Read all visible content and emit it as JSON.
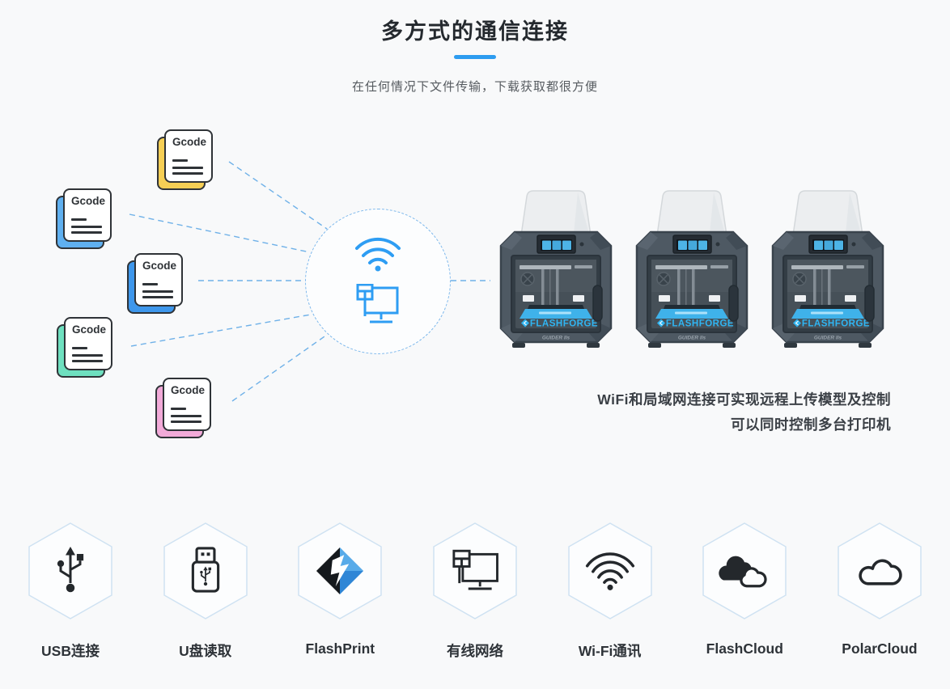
{
  "header": {
    "title": "多方式的通信连接",
    "subtitle": "在任何情况下文件传输，下载获取都很方便"
  },
  "theme": {
    "accent_blue": "#2D9CF0",
    "hub_icon_blue": "#2E9DF3",
    "dashed_line_blue": "#6FB1E8",
    "hexagon_border": "#CFE2F2",
    "icon_dark": "#24282C",
    "background": "#F8F9FA"
  },
  "diagram": {
    "gcode_cards": [
      {
        "label": "Gcode",
        "color": "#F6CF55",
        "color_name": "yellow"
      },
      {
        "label": "Gcode",
        "color": "#5FB0F0",
        "color_name": "light-blue"
      },
      {
        "label": "Gcode",
        "color": "#3E97EC",
        "color_name": "blue"
      },
      {
        "label": "Gcode",
        "color": "#6EE0BF",
        "color_name": "teal"
      },
      {
        "label": "Gcode",
        "color": "#F2AAD8",
        "color_name": "pink"
      }
    ],
    "hub_icons": [
      "wifi-icon",
      "wired-network-icon"
    ],
    "printers": {
      "count": 3,
      "logo": "FLASHFORGE",
      "model": "GUIDER IIs"
    },
    "caption_line1": "WiFi和局域网连接可实现远程上传模型及控制",
    "caption_line2": "可以同时控制多台打印机"
  },
  "features": {
    "items": [
      {
        "label": "USB连接",
        "icon": "usb-icon"
      },
      {
        "label": "U盘读取",
        "icon": "usb-drive-icon"
      },
      {
        "label": "FlashPrint",
        "icon": "flashprint-logo-icon"
      },
      {
        "label": "有线网络",
        "icon": "wired-network-icon"
      },
      {
        "label": "Wi-Fi通讯",
        "icon": "wifi-icon"
      },
      {
        "label": "FlashCloud",
        "icon": "flashcloud-icon"
      },
      {
        "label": "PolarCloud",
        "icon": "polarcloud-icon"
      }
    ]
  }
}
